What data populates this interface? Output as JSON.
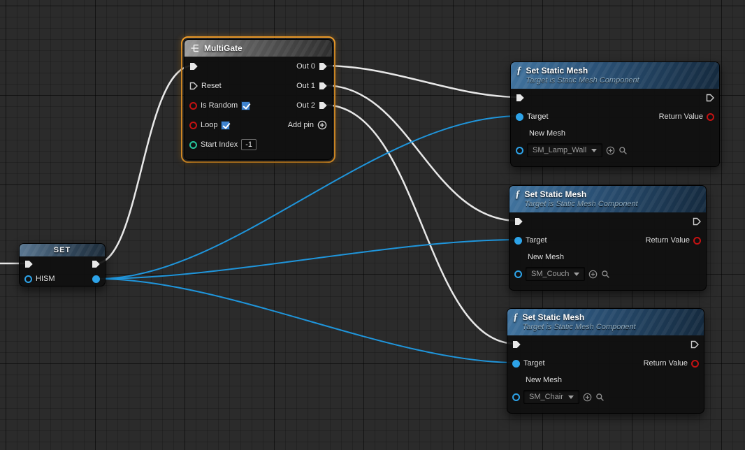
{
  "set_node": {
    "title": "SET",
    "var_name": "HISM"
  },
  "multigate": {
    "title": "MultiGate",
    "reset_label": "Reset",
    "is_random_label": "Is Random",
    "is_random_checked": true,
    "loop_label": "Loop",
    "loop_checked": true,
    "start_index_label": "Start Index",
    "start_index_value": "-1",
    "exec_out_labels": [
      "Out 0",
      "Out 1",
      "Out 2"
    ],
    "add_pin_label": "Add pin"
  },
  "mesh_nodes": [
    {
      "title": "Set Static Mesh",
      "subtitle": "Target is Static Mesh Component",
      "target_label": "Target",
      "return_label": "Return Value",
      "new_mesh_label": "New Mesh",
      "mesh_value": "SM_Lamp_Wall"
    },
    {
      "title": "Set Static Mesh",
      "subtitle": "Target is Static Mesh Component",
      "target_label": "Target",
      "return_label": "Return Value",
      "new_mesh_label": "New Mesh",
      "mesh_value": "SM_Couch"
    },
    {
      "title": "Set Static Mesh",
      "subtitle": "Target is Static Mesh Component",
      "target_label": "Target",
      "return_label": "Return Value",
      "new_mesh_label": "New Mesh",
      "mesh_value": "SM_Chair"
    }
  ],
  "icons": {
    "function_glyph": "ƒ"
  },
  "colors": {
    "exec_wire": "#e8e8e8",
    "data_wire": "#1f95db",
    "object_pin": "#2da3e8",
    "bool_pin": "#c31212",
    "int_pin": "#25c79f",
    "selection": "#f7a22b"
  }
}
